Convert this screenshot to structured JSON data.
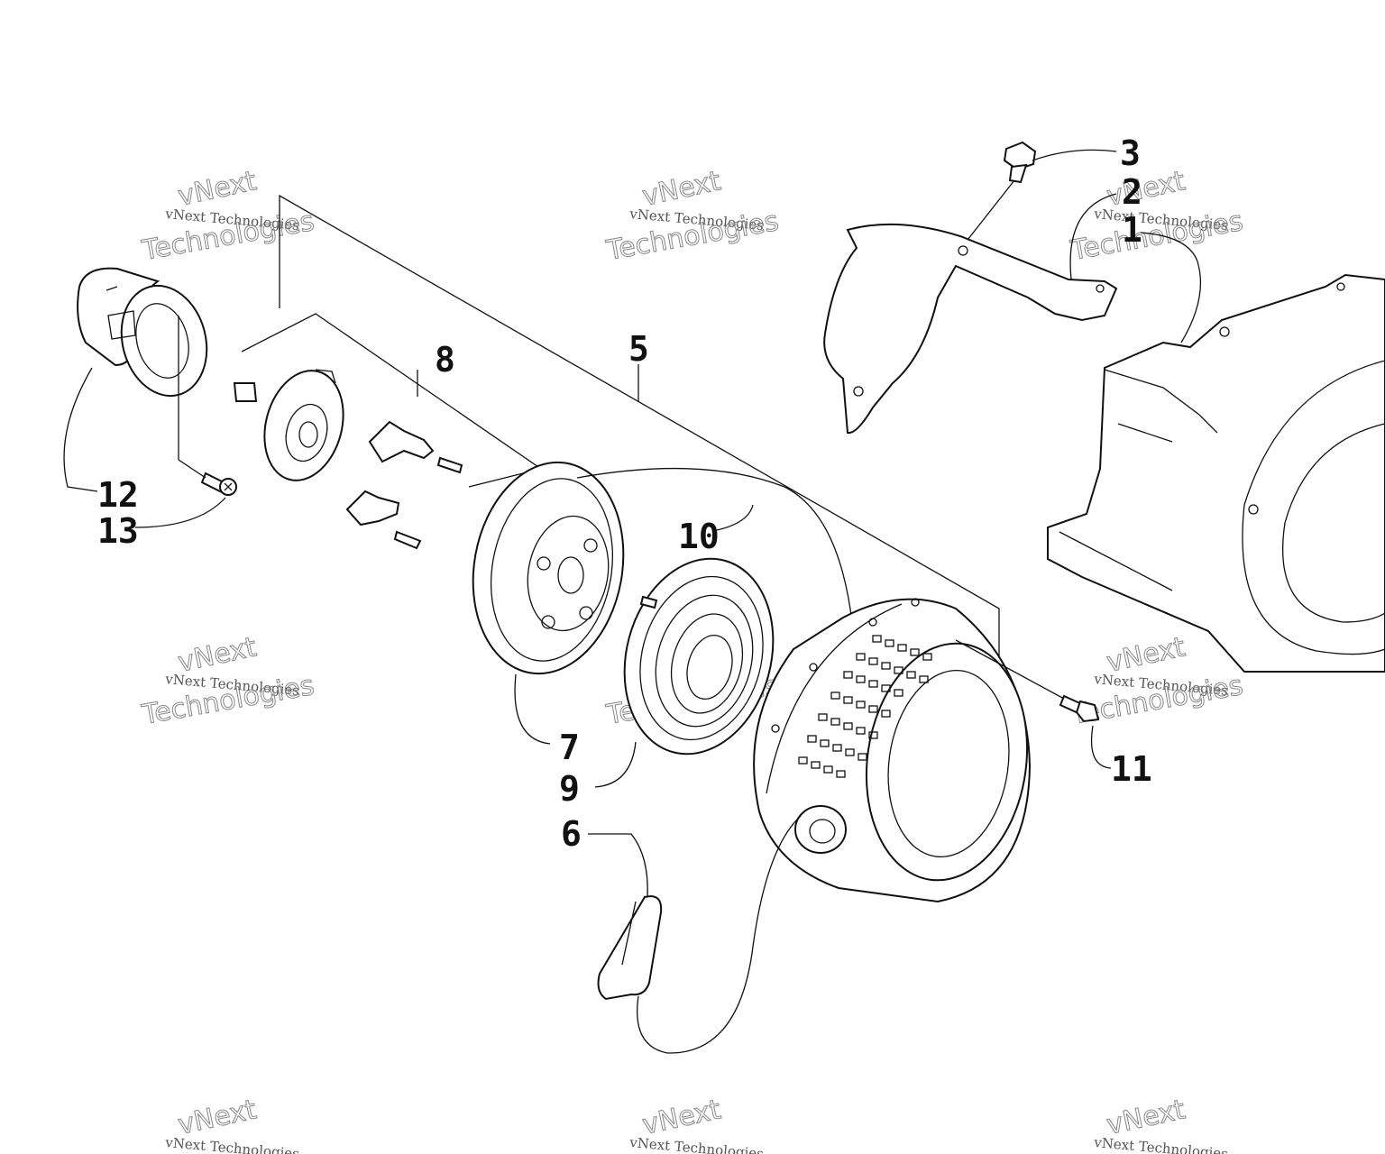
{
  "callouts": {
    "p1": "1",
    "p2": "2",
    "p3": "3",
    "p5": "5",
    "p6": "6",
    "p7": "7",
    "p8": "8",
    "p9": "9",
    "p10": "10",
    "p11": "11",
    "p12": "12",
    "p13": "13"
  },
  "watermark": {
    "brand": "vNext",
    "line1": "vNext Technologies",
    "line2": "Technologies"
  }
}
